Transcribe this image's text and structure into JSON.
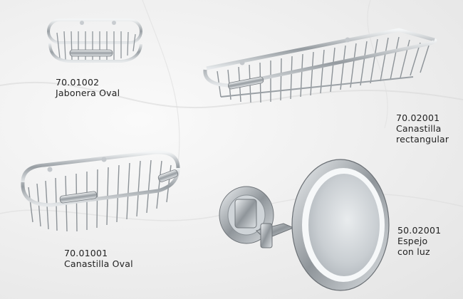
{
  "products": [
    {
      "code": "70.01002",
      "name": "Jabonera Oval",
      "image": "oval-soap-dish-image"
    },
    {
      "code": "70.02001",
      "name_line1": "Canastilla",
      "name_line2": "rectangular",
      "image": "rectangular-basket-image"
    },
    {
      "code": "70.01001",
      "name": "Canastilla Oval",
      "image": "oval-basket-image"
    },
    {
      "code": "50.02001",
      "name_line1": "Espejo",
      "name_line2": "con luz",
      "image": "lighted-mirror-image"
    }
  ],
  "colors": {
    "chrome_dark": "#6e7378",
    "chrome_mid": "#a9aeb3",
    "chrome_light": "#e9ecee",
    "text": "#222222"
  }
}
